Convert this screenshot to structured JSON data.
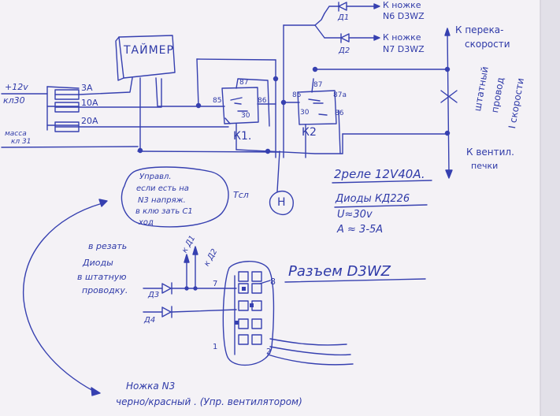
{
  "colors": {
    "ink": "#3640b0",
    "paper": "#f4f2f6",
    "paper_edge": "#e2e0e8"
  },
  "labels": {
    "timer": "ТАЙМЕР",
    "plus12v": "+12v",
    "kl30": "кл30",
    "massa": "масса",
    "kl31": "кл 31",
    "fuse_3a": "3A",
    "fuse_10a": "10A",
    "fuse_20a": "20A",
    "k1": "К1.",
    "k2": "К2",
    "k1_85": "85",
    "k1_87": "87",
    "k1_86": "86",
    "k1_30": "30",
    "k2_85": "85",
    "k2_87": "87",
    "k2_87a": "87a",
    "k2_30": "30",
    "k2_86": "86",
    "d1": "Д1",
    "d2": "Д2",
    "to_pin6": "К ножке",
    "to_pin6_b": "N6 D3WZ",
    "to_pin7": "К ножке",
    "to_pin7_b": "N7 D3WZ",
    "speed_switch_1": "К перека-",
    "speed_switch_2": "скорости",
    "standard_wire_1": "штатный",
    "standard_wire_2": "провод",
    "standard_wire_3": "I скорости",
    "to_fan_1": "К вентил.",
    "to_fan_2": "печки",
    "ctrl_1": "Управл.",
    "ctrl_2": "если есть на",
    "ctrl_3": "N3 напряж.",
    "ctrl_4": "в клю зать С1",
    "ctrl_5": "ход",
    "button": "Тсл",
    "relay_spec": "2реле 12V40A.",
    "diode_spec": "Диоды КД226",
    "u_spec": "U≈30v",
    "a_spec": "A ≈ 3-5A",
    "insert_1": "в резать",
    "insert_2": "Диоды",
    "insert_3": "в штатную",
    "insert_4": "проводку.",
    "d3": "Д3",
    "d4": "Д4",
    "arrow_d1": "к Д1",
    "arrow_d2": "к Д2",
    "pin7": "7",
    "pin8": "8",
    "pin1": "1",
    "pin2": "2",
    "connector": "Разъем D3WZ",
    "pin3_note": "Ножка N3",
    "color_note": "черно/красный . (Упр. вентилятором)"
  }
}
